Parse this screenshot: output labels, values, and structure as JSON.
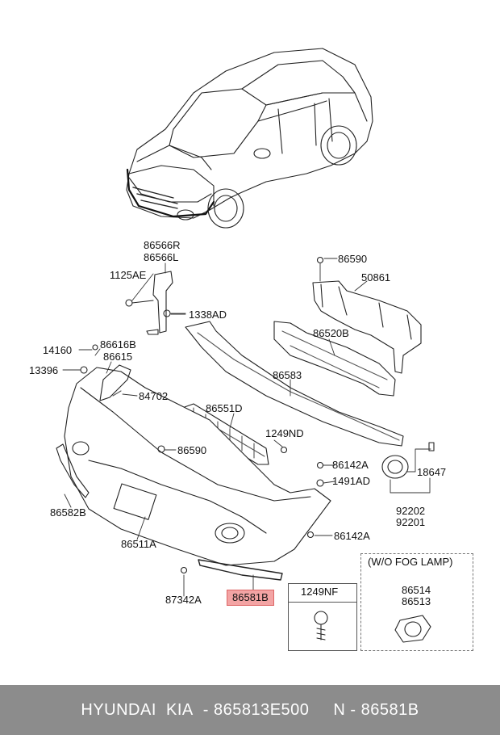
{
  "labels": {
    "l86566r": "86566R",
    "l86566l": "86566L",
    "l1125ae": "1125AE",
    "l1338ad": "1338AD",
    "l86590a": "86590",
    "l50861": "50861",
    "l86520b": "86520B",
    "l14160": "14160",
    "l86616b": "86616B",
    "l86615": "86615",
    "l13396": "13396",
    "l84702": "84702",
    "l86583": "86583",
    "l86551d": "86551D",
    "l1249nd": "1249ND",
    "l86590b": "86590",
    "l86142a1": "86142A",
    "l1491ad": "1491AD",
    "l18647": "18647",
    "l92202": "92202",
    "l92201": "92201",
    "l86582b": "86582B",
    "l86511a": "86511A",
    "l86142a2": "86142A",
    "l87342a": "87342A",
    "l86581b": "86581B",
    "l1249nf": "1249NF",
    "lwofog": "(W/O FOG LAMP)",
    "l86514": "86514",
    "l86513": "86513"
  },
  "footer": {
    "brand": "HYUNDAI  KIA",
    "part_number": "- 865813E500",
    "ref_code": "N - 86581B"
  },
  "colors": {
    "highlight": "#f3a4a4",
    "footer_bg": "#8c8c8c"
  }
}
